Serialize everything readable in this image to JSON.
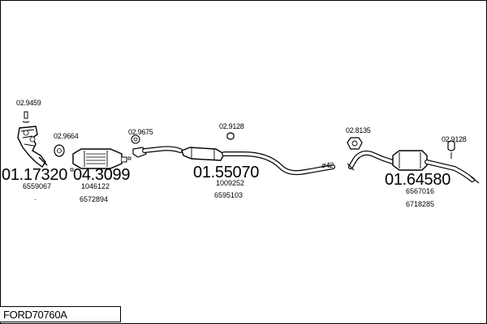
{
  "diagram": {
    "title": "FORD70760A",
    "dot_mark": "·"
  },
  "parts": [
    {
      "id": "manifold",
      "code": "01.17320",
      "oem": [
        "6559067"
      ],
      "clamp_code": "02.9459"
    },
    {
      "id": "catalyst",
      "code": "04.3099",
      "oem": [
        "1046122",
        "6572894"
      ],
      "gasket_code": "02.9664"
    },
    {
      "id": "front-pipe",
      "code": "02.9675"
    },
    {
      "id": "middle-silencer",
      "code": "01.55070",
      "oem": [
        "1009252",
        "6595103"
      ],
      "hanger_code": "02.9128"
    },
    {
      "id": "rear-silencer",
      "code": "01.64580",
      "oem": [
        "6567016",
        "6718285"
      ],
      "mount_code": "02.8135",
      "hanger_code": "02.9128"
    }
  ],
  "pipe_diameter_label": "ø42"
}
